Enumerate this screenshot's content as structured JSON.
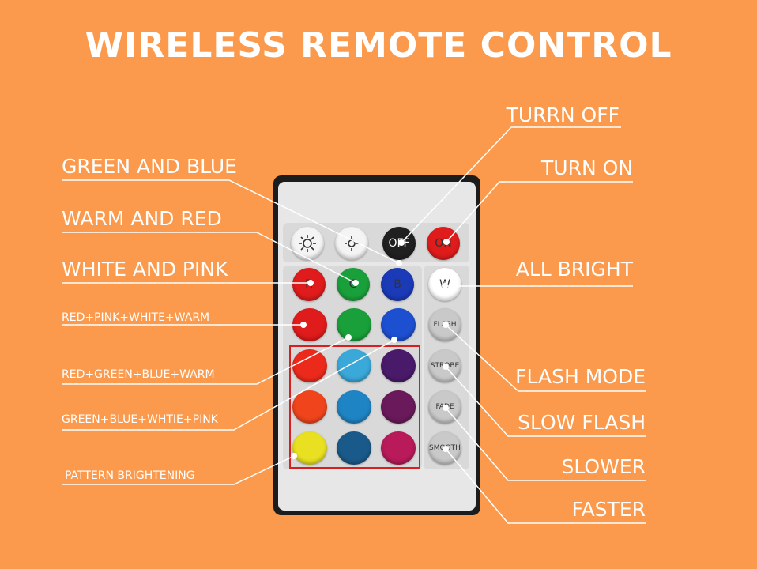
{
  "title": "WIRELESS REMOTE CONTROL",
  "labels": {
    "green_and_blue": "GREEN AND BLUE",
    "warm_and_red": "WARM AND RED",
    "white_and_pink": "WHITE AND PINK",
    "red_pink_white_warm": "RED+PINK+WHITE+WARM",
    "red_green_blue_warm": "RED+GREEN+BLUE+WARM",
    "green_blue_white_pink": "GREEN+BLUE+WHTIE+PINK",
    "pattern_brightening": "PATTERN BRIGHTENING",
    "turn_off": "TURRN OFF",
    "turn_on": "TURN ON",
    "all_bright": "ALL BRIGHT",
    "flash_mode": "FLASH MODE",
    "slow_flash": "SLOW FLASH",
    "slower": "SLOWER",
    "faster": "FASTER"
  },
  "buttons": {
    "off": "OFF",
    "on": "ON",
    "r": "R",
    "g": "G",
    "b": "B",
    "w": "W",
    "flash": "FLASH",
    "strobe": "STROBE",
    "fade": "FADE",
    "smooth": "SMOOTH"
  },
  "colors": {
    "background": "#fb9a4c",
    "red": "#e01b1b",
    "green": "#1aa03a",
    "blue": "#1a40c0",
    "white": "#ffffff",
    "grid": [
      [
        "#e01b1b",
        "#1aa03a",
        "#1d4fd1"
      ],
      [
        "#ec2a1c",
        "#3aa8d8",
        "#4a1a6a"
      ],
      [
        "#f0441c",
        "#1f84c4",
        "#6a1a5a"
      ],
      [
        "#e8e020",
        "#1a5a8a",
        "#b81a5a"
      ]
    ]
  },
  "icons": [
    "brightness-up-icon",
    "brightness-down-icon"
  ]
}
